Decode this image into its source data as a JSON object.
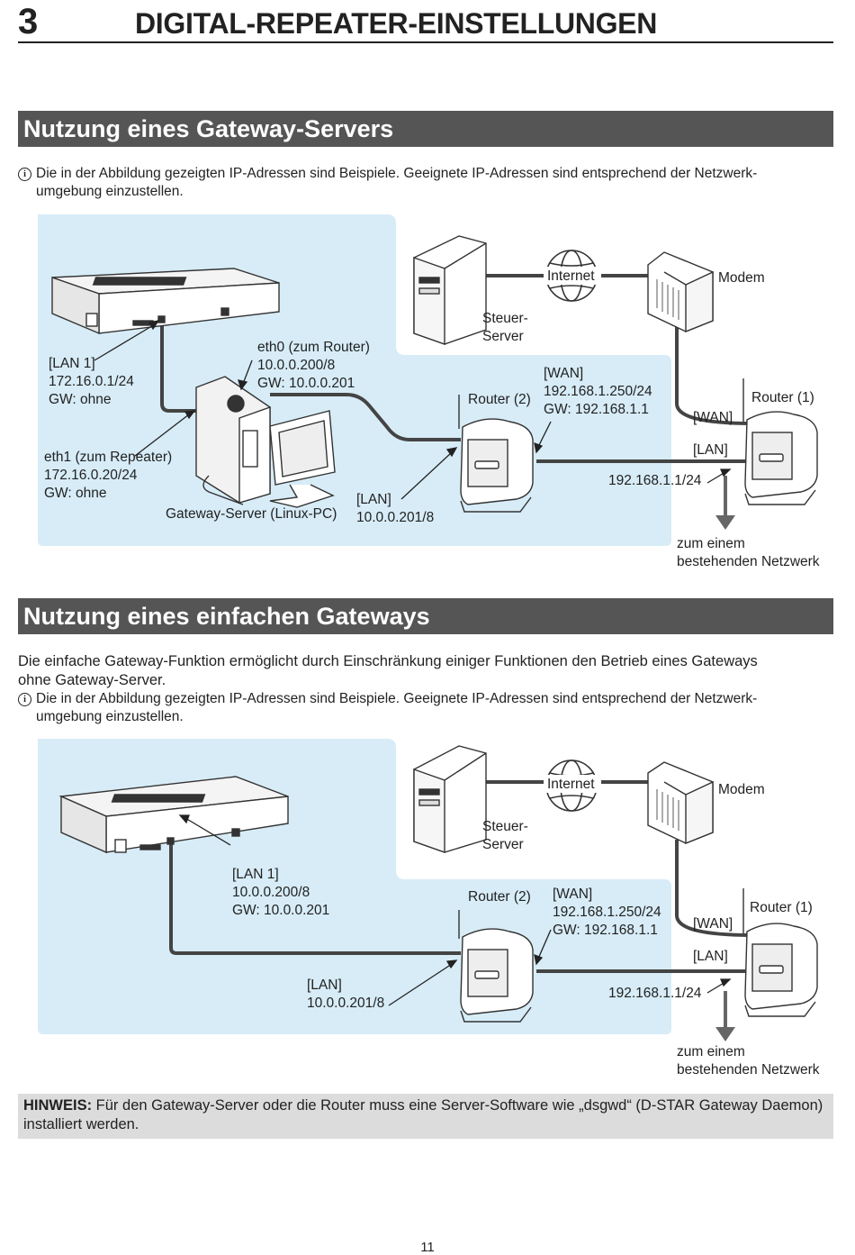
{
  "chapter": {
    "number": "3",
    "title": "DIGITAL-REPEATER-EINSTELLUNGEN"
  },
  "section1": {
    "heading": "Nutzung eines Gateway-Servers",
    "note_line1": "Die in der Abbildung gezeigten IP-Adressen sind Beispiele. Geeignete IP-Adressen sind entsprechend der Netzwerk-",
    "note_line2": "umgebung einzustellen.",
    "diagram": {
      "lan1": "[LAN 1]\n172.16.0.1/24\nGW: ohne",
      "eth0": "eth0 (zum Router)\n10.0.0.200/8\nGW: 10.0.0.201",
      "eth1": "eth1 (zum Repeater)\n172.16.0.20/24\nGW: ohne",
      "gateway_server": "Gateway-Server (Linux-PC)",
      "lan_router2": "[LAN]\n10.0.0.201/8",
      "steuer_server": "Steuer-\nServer",
      "internet": "Internet",
      "modem": "Modem",
      "router2": "Router (2)",
      "wan_router2": "[WAN]\n192.168.1.250/24\nGW: 192.168.1.1",
      "router1": "Router (1)",
      "wan": "[WAN]",
      "lan": "[LAN]",
      "router1_ip": "192.168.1.1/24",
      "existing_network": "zum einem\nbestehenden Netzwerk"
    }
  },
  "section2": {
    "heading": "Nutzung eines einfachen Gateways",
    "para_line1": "Die einfache Gateway-Funktion ermöglicht durch Einschränkung einiger Funktionen den Betrieb eines Gateways",
    "para_line2": "ohne Gateway-Server.",
    "note_line1": "Die in der Abbildung gezeigten IP-Adressen sind Beispiele. Geeignete IP-Adressen sind entsprechend der Netzwerk-",
    "note_line2": "umgebung einzustellen.",
    "diagram": {
      "lan1": "[LAN 1]\n10.0.0.200/8\nGW: 10.0.0.201",
      "lan_router2": "[LAN]\n10.0.0.201/8",
      "steuer_server": "Steuer-\nServer",
      "internet": "Internet",
      "modem": "Modem",
      "router2": "Router (2)",
      "wan_router2": "[WAN]\n192.168.1.250/24\nGW: 192.168.1.1",
      "router1": "Router (1)",
      "wan": "[WAN]",
      "lan": "[LAN]",
      "router1_ip": "192.168.1.1/24",
      "existing_network": "zum einem\nbestehenden Netzwerk"
    }
  },
  "hint": {
    "label": "HINWEIS:",
    "text": " Für den Gateway-Server oder die Router muss eine Server-Software wie „dsgwd“ (D-STAR Gateway Daemon) installiert werden."
  },
  "page_number": "11",
  "colors": {
    "section_bar": "#555555",
    "diagram_bg": "#d7ecf7",
    "hint_bg": "#dcdcdc"
  }
}
